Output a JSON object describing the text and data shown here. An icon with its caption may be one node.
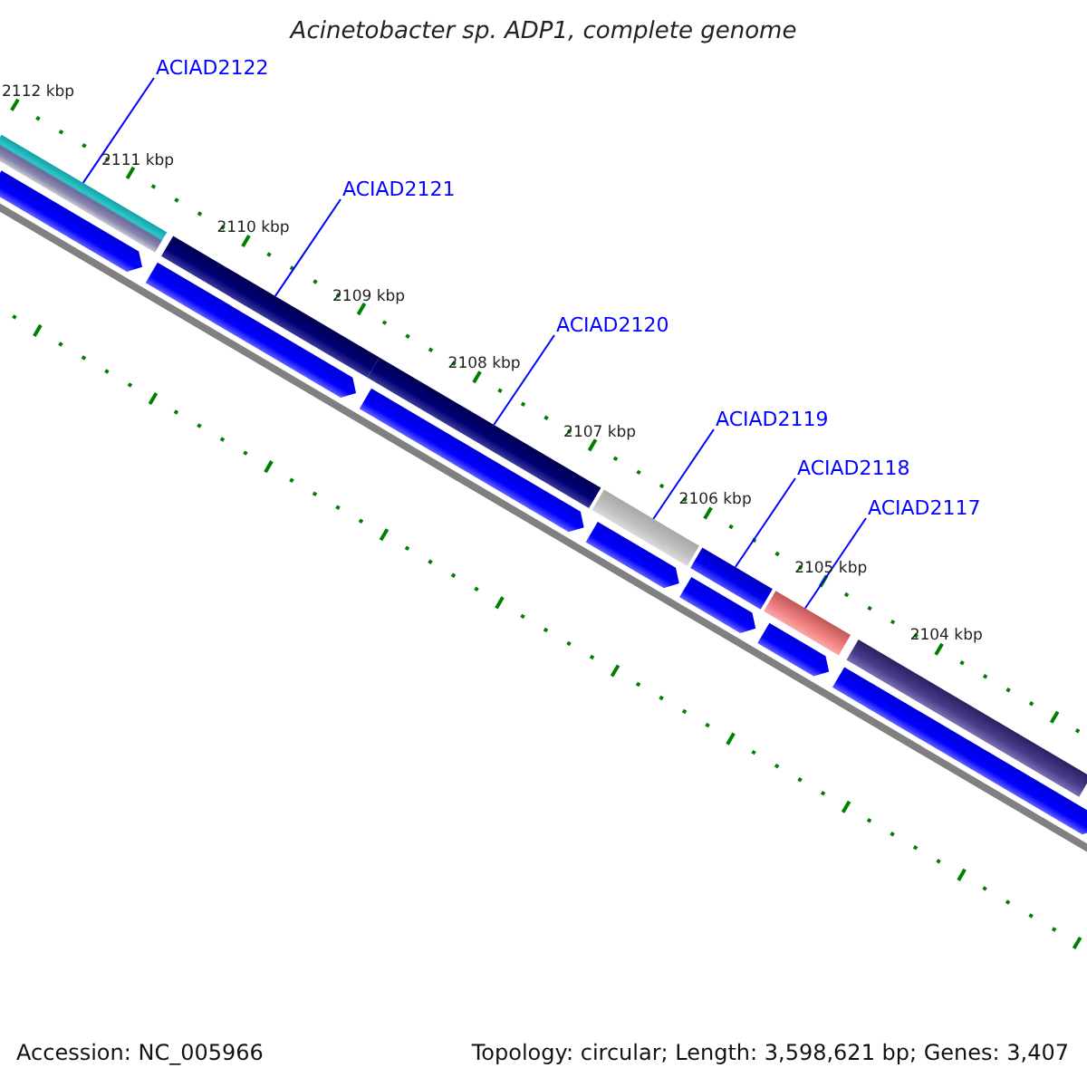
{
  "diagram": {
    "title": "Acinetobacter sp. ADP1, complete genome",
    "nodes": [
      {
        "text": [
          "ACIAD2122"
        ]
      },
      {
        "text": [
          "ACIAD2121"
        ]
      },
      {
        "text": [
          "ACIAD2120"
        ]
      },
      {
        "text": [
          "ACIAD2119"
        ]
      },
      {
        "text": [
          "ACIAD2118"
        ]
      },
      {
        "text": [
          "ACIAD2117"
        ]
      },
      {
        "text": [],
        "shape": "bar"
      },
      {
        "text": [],
        "shape": "bar"
      },
      {
        "text": [],
        "shape": "bar"
      },
      {
        "text": [],
        "shape": "bar"
      },
      {
        "text": [],
        "shape": "bar"
      },
      {
        "text": [],
        "shape": "bar"
      },
      {
        "text": [],
        "shape": "bar"
      },
      {
        "text": [],
        "shape": "arrow"
      },
      {
        "text": [],
        "shape": "arrow"
      },
      {
        "text": [],
        "shape": "arrow"
      },
      {
        "text": [],
        "shape": "arrow"
      },
      {
        "text": [],
        "shape": "arrow"
      },
      {
        "text": [],
        "shape": "arrow"
      },
      {
        "text": [],
        "shape": "arrow"
      }
    ],
    "edges": [
      {
        "from": 0,
        "to": 6,
        "arrow": "none"
      },
      {
        "from": 1,
        "to": 7,
        "arrow": "none"
      },
      {
        "from": 2,
        "to": 8,
        "arrow": "none"
      },
      {
        "from": 3,
        "to": 9,
        "arrow": "none"
      },
      {
        "from": 4,
        "to": 10,
        "arrow": "none"
      },
      {
        "from": 5,
        "to": 11,
        "arrow": "none"
      }
    ],
    "labels": [
      "2112 kbp",
      "2111 kbp",
      "2110 kbp",
      "2109 kbp",
      "2108 kbp",
      "2107 kbp",
      "2106 kbp",
      "2105 kbp",
      "2104 kbp",
      "Accession: NC_005966",
      "Topology: circular; Length: 3,598,621 bp; Genes: 3,407"
    ]
  }
}
